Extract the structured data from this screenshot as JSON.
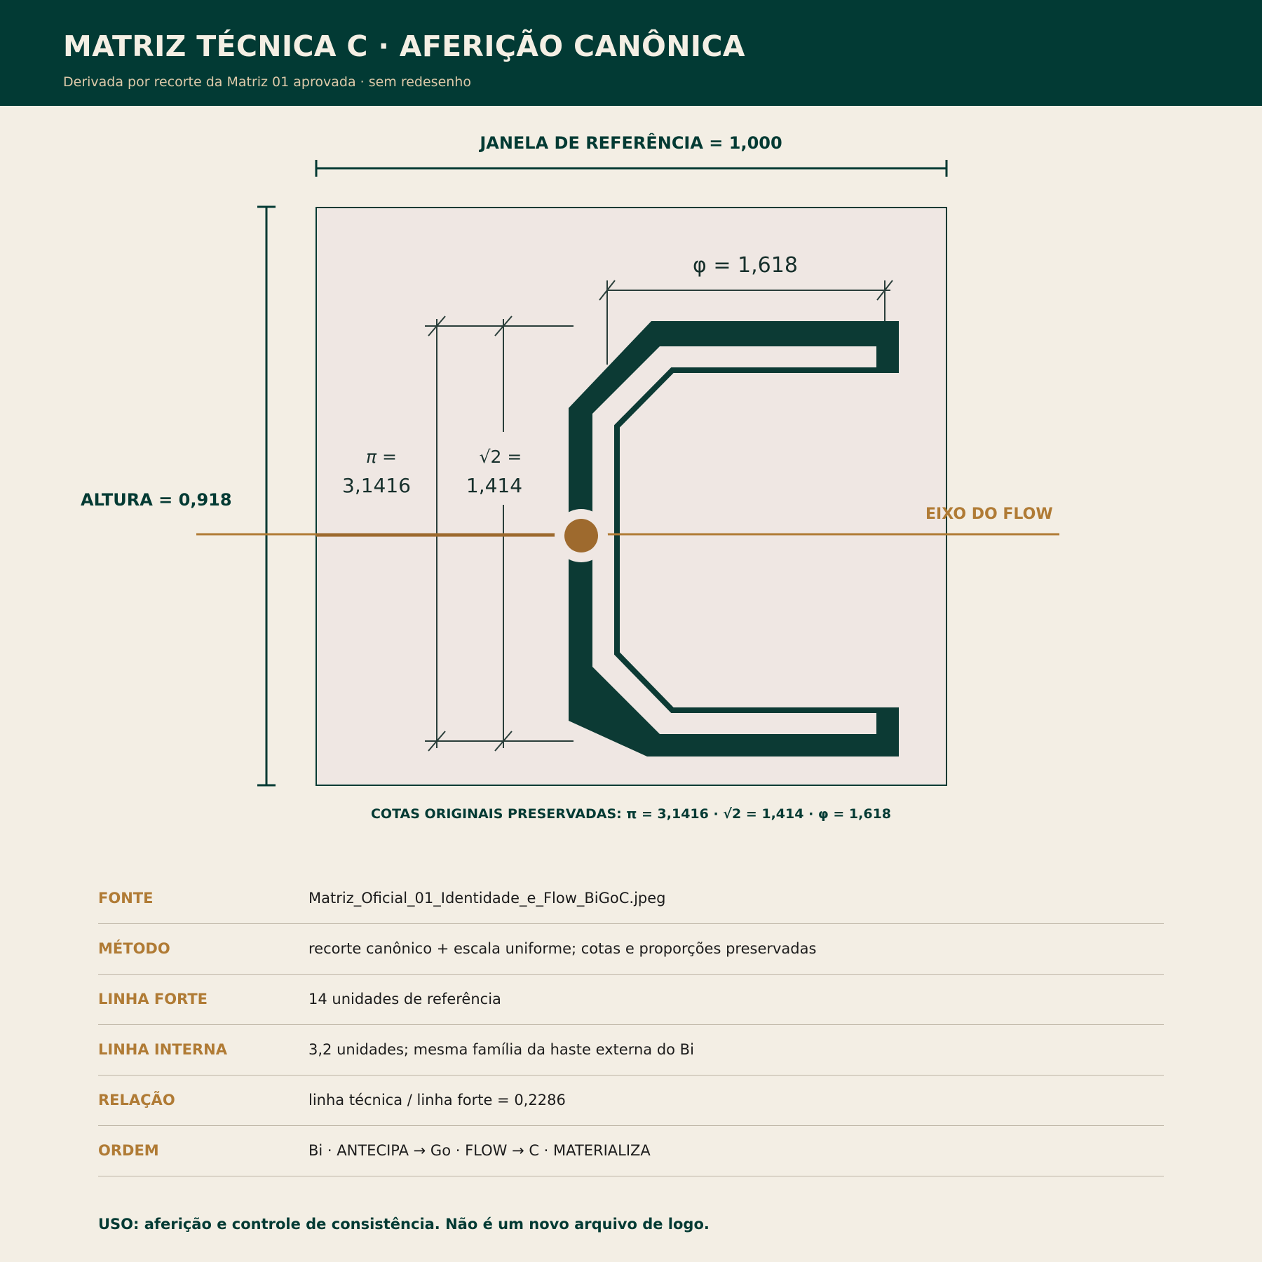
{
  "header": {
    "title": "MATRIZ TÉCNICA C · AFERIÇÃO CANÔNICA",
    "subtitle": "Derivada por recorte da Matriz 01 aprovada · sem redesenho"
  },
  "dimensions": {
    "window_label": "JANELA DE REFERÊNCIA = 1,000",
    "height_label": "ALTURA = 0,918",
    "flow_axis_label": "EIXO DO FLOW"
  },
  "drawing": {
    "phi_label": "φ = 1,618",
    "pi_symbol": "π =",
    "pi_value": "3,1416",
    "sqrt2_symbol": "√2 =",
    "sqrt2_value": "1,414"
  },
  "caption": "COTAS ORIGINAIS PRESERVADAS: π = 3,1416 · √2 = 1,414 · φ = 1,618",
  "specs": [
    {
      "key": "FONTE",
      "value": "Matriz_Oficial_01_Identidade_e_Flow_BiGoC.jpeg"
    },
    {
      "key": "MÉTODO",
      "value": "recorte canônico + escala uniforme; cotas e proporções preservadas"
    },
    {
      "key": "LINHA FORTE",
      "value": "14 unidades de referência"
    },
    {
      "key": "LINHA INTERNA",
      "value": "3,2 unidades; mesma família da haste externa do Bi"
    },
    {
      "key": "RELAÇÃO",
      "value": "linha técnica / linha forte = 0,2286"
    },
    {
      "key": "ORDEM",
      "value": "Bi · ANTECIPA → Go · FLOW → C · MATERIALIZA"
    }
  ],
  "usage_note": "USO: aferição e controle de consistência. Não é um novo arquivo de logo.",
  "colors": {
    "header_bg": "#023a34",
    "page_bg": "#f3eee4",
    "brand_green": "#033a33",
    "accent_gold": "#b07b35",
    "drawing_bg": "#efe7e3"
  }
}
